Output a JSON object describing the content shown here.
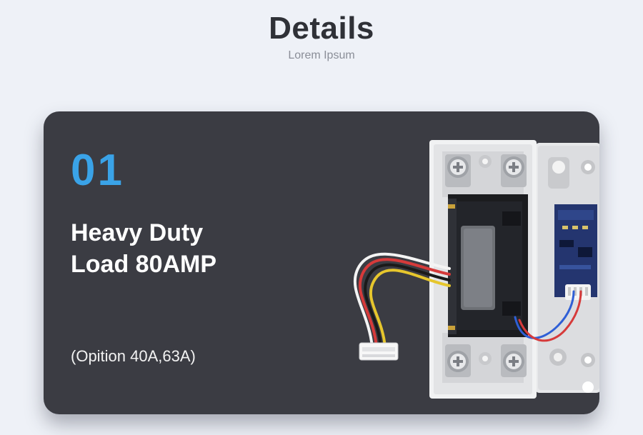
{
  "header": {
    "title": "Details",
    "subtitle": "Lorem Ipsum"
  },
  "card": {
    "number": "01",
    "heading_line1": "Heavy Duty",
    "heading_line2": "Load 80AMP",
    "note": "(Opition 40A,63A)",
    "number_color": "#3aa3e8",
    "background_color": "#3b3c43"
  }
}
